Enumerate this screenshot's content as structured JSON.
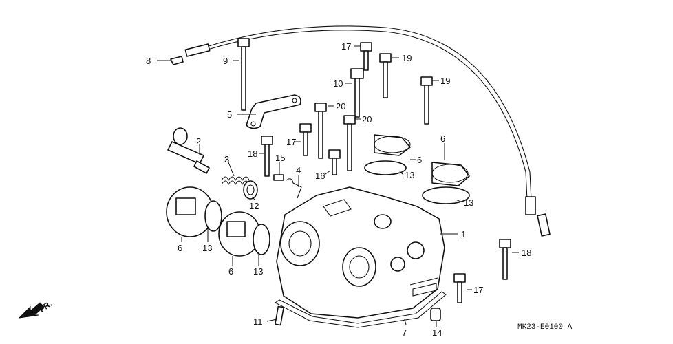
{
  "diagram": {
    "code": "MK23-E0100 A",
    "direction": "FR.",
    "labels": {
      "l8": "8",
      "l9": "9",
      "l17a": "17",
      "l19a": "19",
      "l10": "10",
      "l19b": "19",
      "l5": "5",
      "l20a": "20",
      "l20b": "20",
      "l2": "2",
      "l17b": "17",
      "l6a": "6",
      "l6b": "6",
      "l18a": "18",
      "l3": "3",
      "l15": "15",
      "l4": "4",
      "l16": "16",
      "l13a": "13",
      "l12": "12",
      "l13b": "13",
      "l1": "1",
      "l6c": "6",
      "l13c": "13",
      "l6d": "6",
      "l13d": "13",
      "l18b": "18",
      "l17c": "17",
      "l11": "11",
      "l7": "7",
      "l14": "14"
    }
  }
}
